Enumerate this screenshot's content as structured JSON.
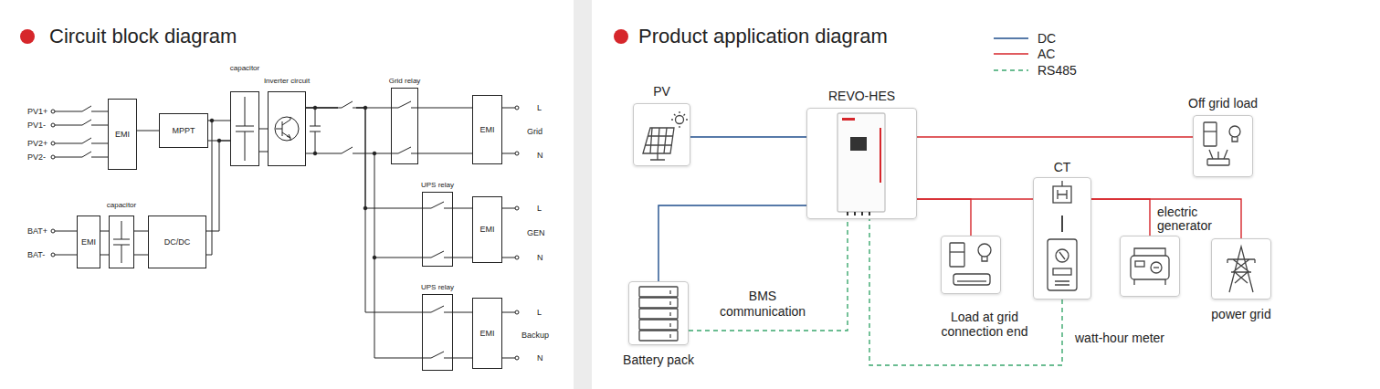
{
  "diagram": {
    "nodes": [
      {
        "text": [
          "EMI"
        ]
      },
      {
        "text": [
          "MPPT"
        ]
      },
      {
        "text": [
          "capacitor"
        ]
      },
      {
        "text": [
          "Inverter circuit"
        ]
      },
      {
        "text": [
          "Grid relay"
        ]
      },
      {
        "text": [
          "EMI"
        ]
      },
      {
        "text": [
          "UPS relay"
        ]
      },
      {
        "text": [
          "EMI"
        ]
      },
      {
        "text": [
          "UPS relay"
        ]
      },
      {
        "text": [
          "EMI"
        ]
      },
      {
        "text": [
          "EMI"
        ]
      },
      {
        "text": [
          "capacitor"
        ]
      },
      {
        "text": [
          "DC/DC"
        ]
      },
      {
        "text": [
          "PV"
        ]
      },
      {
        "text": [
          "REVO-HES"
        ]
      },
      {
        "text": [
          "Off grid load"
        ]
      },
      {
        "text": [
          "CT",
          "watt-hour meter"
        ]
      },
      {
        "text": [
          "Battery pack"
        ]
      },
      {
        "text": [
          "Load at grid connection end"
        ]
      },
      {
        "text": [
          "electric generator"
        ]
      },
      {
        "text": [
          "power grid"
        ]
      }
    ],
    "edges": [
      {
        "from": 0,
        "to": 1,
        "arrow": "none"
      },
      {
        "from": 1,
        "to": 2,
        "arrow": "none"
      },
      {
        "from": 2,
        "to": 3,
        "arrow": "none"
      },
      {
        "from": 3,
        "to": 4,
        "arrow": "none"
      },
      {
        "from": 4,
        "to": 5,
        "arrow": "none"
      },
      {
        "from": 3,
        "to": 6,
        "arrow": "none"
      },
      {
        "from": 3,
        "to": 8,
        "arrow": "none"
      },
      {
        "from": 6,
        "to": 7,
        "arrow": "none"
      },
      {
        "from": 8,
        "to": 9,
        "arrow": "none"
      },
      {
        "from": 10,
        "to": 11,
        "arrow": "none"
      },
      {
        "from": 11,
        "to": 12,
        "arrow": "none"
      },
      {
        "from": 12,
        "to": 2,
        "arrow": "none"
      },
      {
        "from": 13,
        "to": 14,
        "arrow": "none"
      },
      {
        "from": 14,
        "to": 15,
        "arrow": "none"
      },
      {
        "from": 14,
        "to": 18,
        "arrow": "none"
      },
      {
        "from": 14,
        "to": 16,
        "arrow": "none"
      },
      {
        "from": 16,
        "to": 19,
        "arrow": "none"
      },
      {
        "from": 16,
        "to": 20,
        "arrow": "none"
      },
      {
        "from": 14,
        "to": 17,
        "arrow": "none"
      },
      {
        "from": 17,
        "to": 14,
        "label": "BMS communication",
        "arrow": "none"
      },
      {
        "from": 16,
        "to": 14,
        "arrow": "none"
      }
    ],
    "labels": [
      "Circuit block diagram",
      "Product application diagram",
      "PV1+",
      "PV1-",
      "PV2+",
      "PV2-",
      "BAT+",
      "BAT-",
      "L",
      "Grid",
      "N",
      "L",
      "GEN",
      "N",
      "L",
      "Backup",
      "N"
    ],
    "legend": [
      {
        "text": "DC"
      },
      {
        "text": "AC"
      },
      {
        "text": "RS485"
      }
    ]
  }
}
